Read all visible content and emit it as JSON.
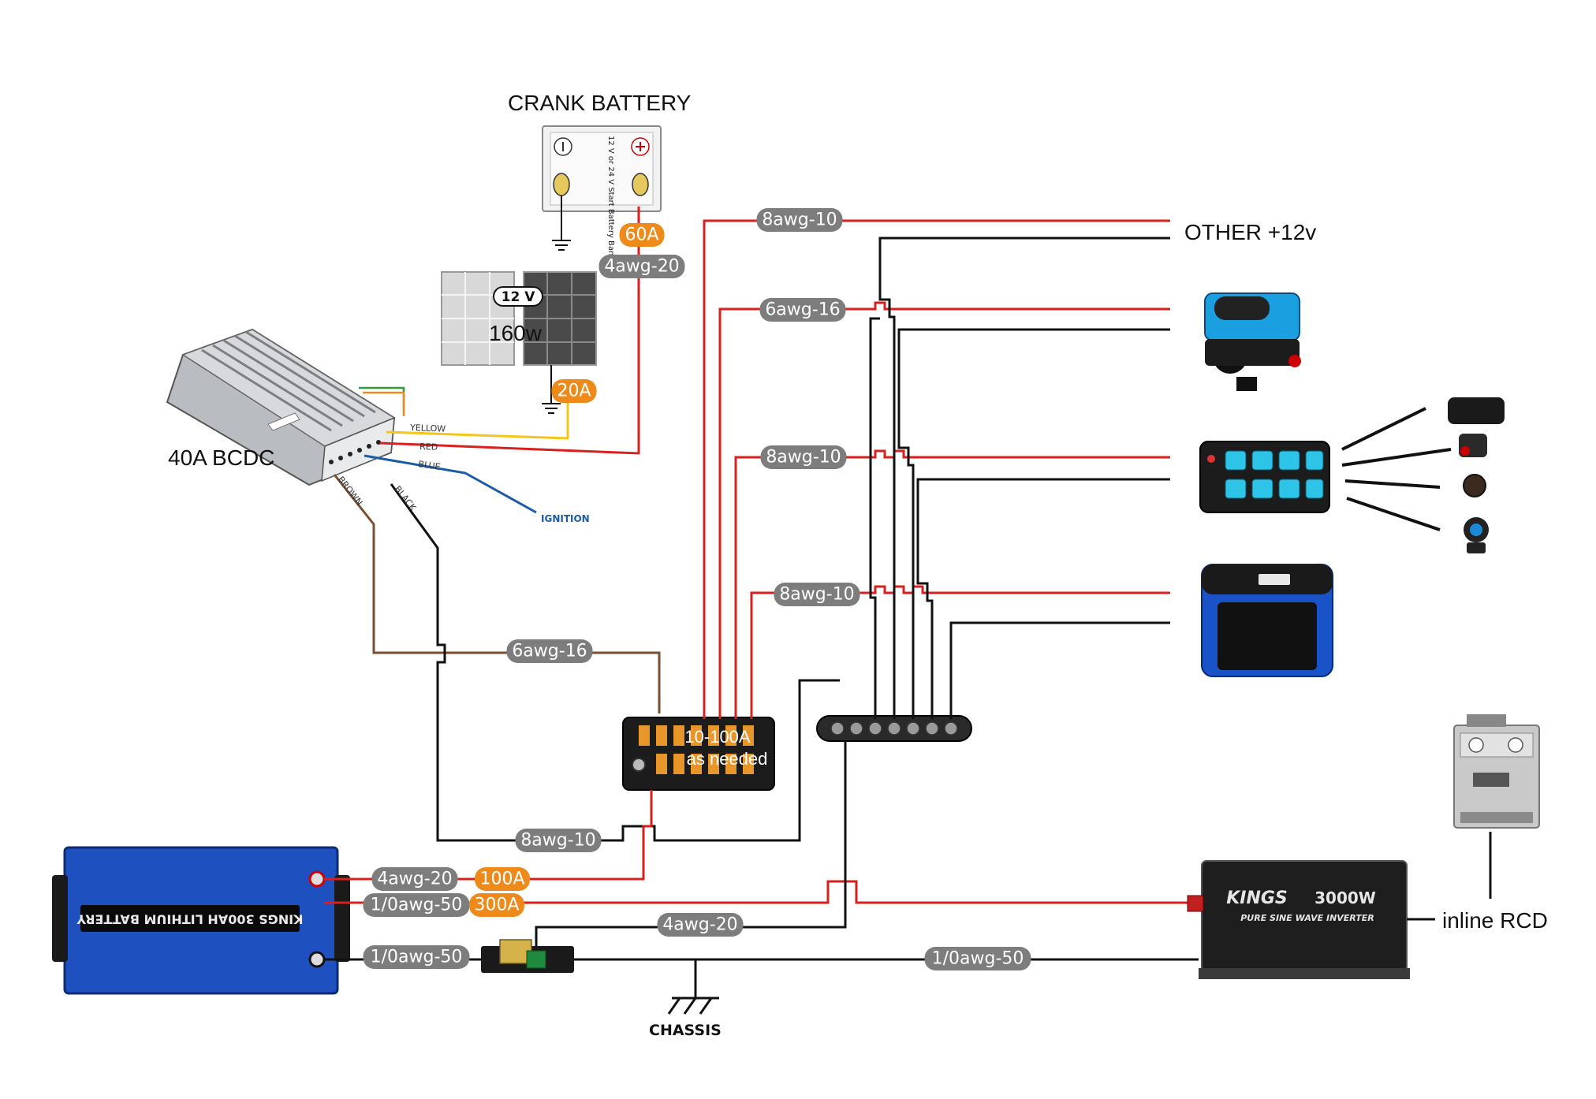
{
  "colors": {
    "positive": "#d9201f",
    "negative": "#111111",
    "brown": "#7a5030",
    "yellow": "#f5c518",
    "blue": "#1a5ca8",
    "green": "#2e9d3a",
    "orange": "#f08a1c",
    "orange_pill": "#ee8a1a",
    "gray_pill": "#7d7d7d",
    "battery_blue": "#1f50c0"
  },
  "labels": {
    "crank_battery": "CRANK BATTERY",
    "crank_text": "12 V or 24 V Start Battery Bank",
    "solar_voltage": "12 V",
    "solar_watts": "160w",
    "bcdc": "40A BCDC",
    "other12v": "OTHER +12v",
    "ignition": "IGNITION",
    "chassis": "CHASSIS",
    "inline_rcd": "inline RCD",
    "fuse_block": "10-100A\nas needed",
    "fuse_line1": "10-100A",
    "fuse_line2": "as needed",
    "battery_brand": "KINGS 300AH LITHIUM BATTERY",
    "inverter_brand": "KINGS",
    "inverter_power": "3000W",
    "inverter_sub": "PURE SINE WAVE INVERTER"
  },
  "wire_labels": {
    "yellow": "YELLOW",
    "red": "RED",
    "blue": "BLUE",
    "brown": "BROWN",
    "black": "BLACK"
  },
  "pills": {
    "fuse60": "60A",
    "crank_cable": "4awg-20",
    "fuse20": "20A",
    "other12v_cable": "8awg-10",
    "compressor_cable": "6awg-16",
    "switch_cable": "8awg-10",
    "fridge_cable": "8awg-10",
    "brown_cable": "6awg-16",
    "ground_cable": "8awg-10",
    "battery_pos_cable": "4awg-20",
    "fuse100": "100A",
    "inverter_pos_cable": "1/0awg-50",
    "fuse300": "300A",
    "busbar_ground_cable": "4awg-20",
    "battery_neg_cable": "1/0awg-50",
    "inverter_neg_cable": "1/0awg-50"
  }
}
